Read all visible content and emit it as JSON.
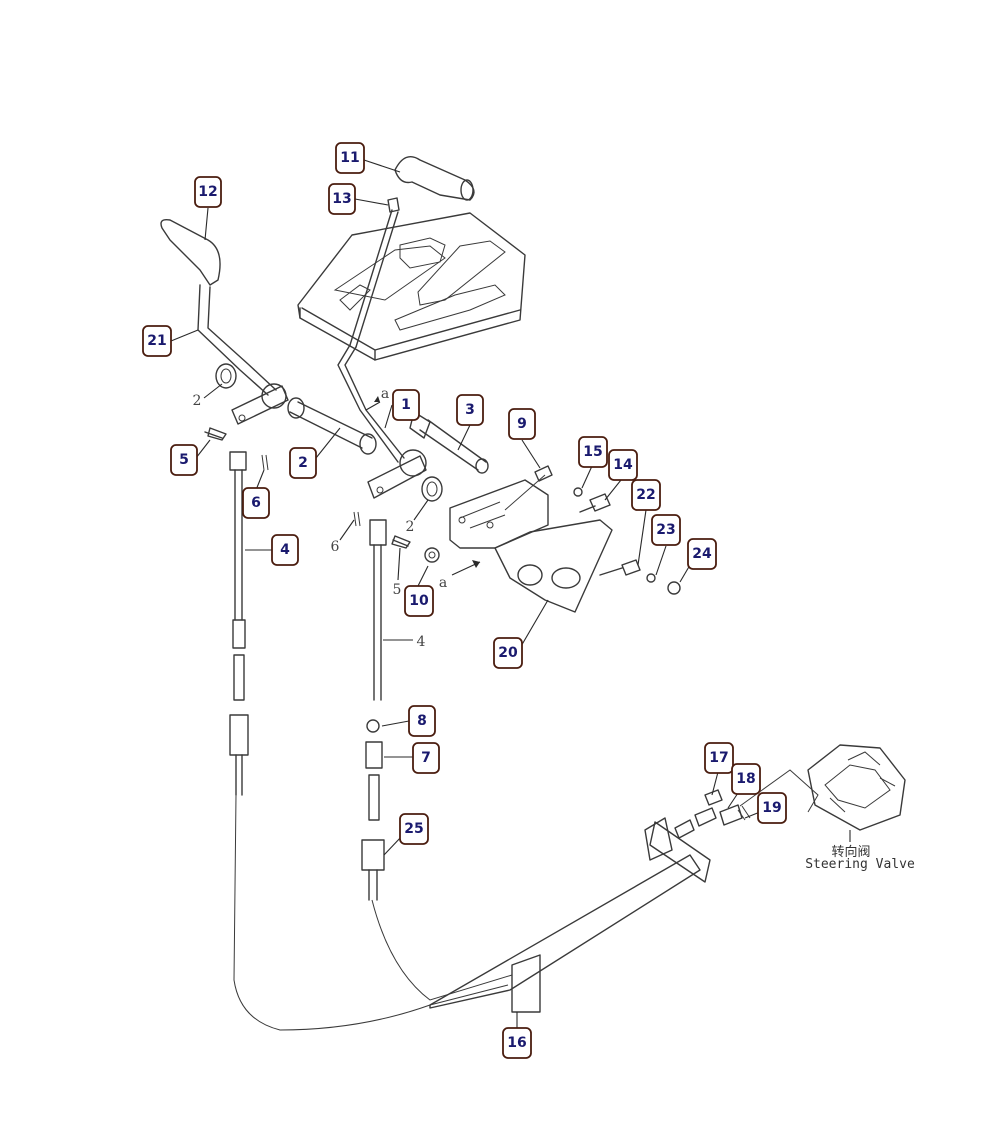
{
  "callouts": {
    "c1": "1",
    "c2a": "2",
    "c3": "3",
    "c4a": "4",
    "c5a": "5",
    "c6a": "6",
    "c7": "7",
    "c8": "8",
    "c9": "9",
    "c10": "10",
    "c11": "11",
    "c12": "12",
    "c13": "13",
    "c14": "14",
    "c15": "15",
    "c16": "16",
    "c17": "17",
    "c18": "18",
    "c19": "19",
    "c20": "20",
    "c21": "21",
    "c22": "22",
    "c23": "23",
    "c24": "24",
    "c25": "25"
  },
  "plain_labels": {
    "p2_left": "2",
    "p2_right": "2",
    "p4_right": "4",
    "p5_right": "5",
    "p6_right": "6",
    "a_top": "a",
    "a_bottom": "a"
  },
  "valve": {
    "label_cn": "转向阀",
    "label_en": "Steering Valve"
  }
}
